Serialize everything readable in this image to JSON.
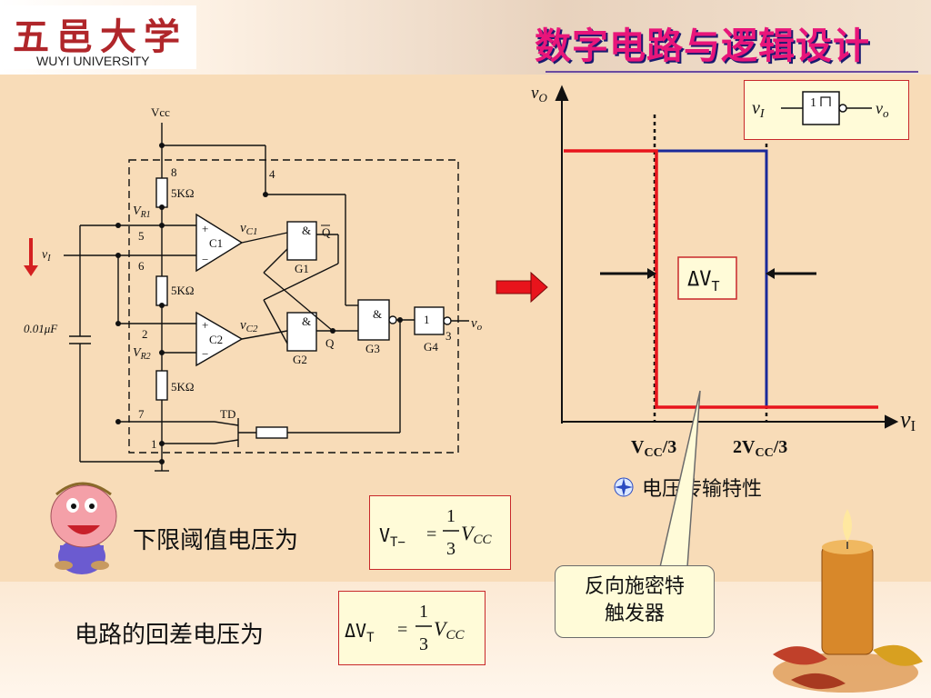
{
  "header": {
    "logo_cn": "五邑大学",
    "logo_en": "WUYI UNIVERSITY",
    "title": "数字电路与逻辑设计"
  },
  "circuit": {
    "vcc": "Vcc",
    "pin8": "8",
    "pin4": "4",
    "pin5": "5",
    "pin6": "6",
    "pin2": "2",
    "pin7": "7",
    "pin1": "1",
    "pin3": "3",
    "r_top": "5KΩ",
    "r_mid": "5KΩ",
    "r_bot": "5KΩ",
    "vr1": "V",
    "vr1_sub": "R1",
    "vr2": "V",
    "vr2_sub": "R2",
    "vi": "v",
    "vi_sub": "I",
    "cap": "0.01μF",
    "c1_plus": "+",
    "c1_minus": "−",
    "c1": "C1",
    "c2_plus": "+",
    "c2_minus": "−",
    "c2": "C2",
    "vc1": "v",
    "vc1_sub": "C1",
    "vc2": "v",
    "vc2_sub": "C2",
    "g1_sym": "&",
    "g1": "G1",
    "g2_sym": "&",
    "g2": "G2",
    "g3_sym": "&",
    "g3": "G3",
    "g4_sym": "1",
    "g4": "G4",
    "q": "Q",
    "qbar": "Q",
    "td": "TD",
    "vo": "v",
    "vo_sub": "o"
  },
  "graph": {
    "y_axis": "v",
    "y_axis_sub": "O",
    "x_axis": "v",
    "x_axis_sub": "I",
    "delta": "ΔV",
    "delta_sub": "T",
    "tick_low": "VCC/3",
    "tick_low_main": "V",
    "tick_low_sub": "CC",
    "tick_low_tail": "/3",
    "tick_high_main": "2V",
    "tick_high_sub": "CC",
    "tick_high_tail": "/3",
    "caption": "电压传输特性",
    "colors": {
      "red": "#e8141c",
      "blue": "#1a2a9a"
    }
  },
  "chart_data": {
    "type": "line",
    "title": "",
    "xlabel": "vI",
    "ylabel": "vO",
    "x_ticks": [
      "VCC/3",
      "2VCC/3"
    ],
    "series": [
      {
        "color": "#e8141c",
        "points": [
          [
            "0",
            "high"
          ],
          [
            "VCC/3",
            "high"
          ],
          [
            "VCC/3",
            "low"
          ],
          [
            "end",
            "low"
          ]
        ]
      },
      {
        "color": "#1a2a9a",
        "points": [
          [
            "VCC/3",
            "high"
          ],
          [
            "2VCC/3",
            "high"
          ],
          [
            "2VCC/3",
            "low"
          ]
        ]
      }
    ]
  },
  "schmitt": {
    "vi": "v",
    "vi_sub": "I",
    "gate": "1",
    "vo": "v",
    "vo_sub": "o"
  },
  "lower_threshold": {
    "label": "下限阈值电压为",
    "lhs": "V",
    "lhs_sub": "T−",
    "eq": "=",
    "num": "1",
    "den": "3",
    "rhs": "V",
    "rhs_sub": "CC"
  },
  "hysteresis": {
    "label": "电路的回差电压为",
    "lhs": "ΔV",
    "lhs_sub": "T",
    "eq": "=",
    "num": "1",
    "den": "3",
    "rhs": "V",
    "rhs_sub": "CC"
  },
  "callout": {
    "line1": "反向施密特",
    "line2": "触发器"
  }
}
